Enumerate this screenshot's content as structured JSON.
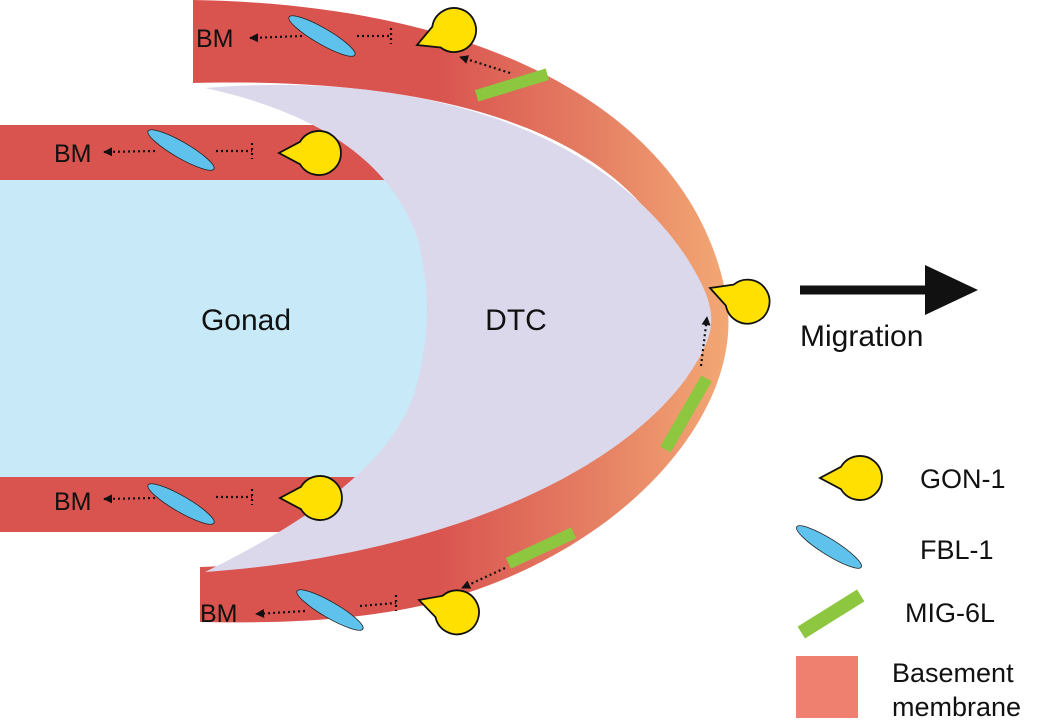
{
  "labels": {
    "gonad": "Gonad",
    "dtc": "DTC",
    "migration": "Migration",
    "bm_top": "BM",
    "bm_upper": "BM",
    "bm_lower": "BM",
    "bm_bottom": "BM"
  },
  "legend": [
    {
      "label": "GON-1",
      "icon": "pacman-icon"
    },
    {
      "label": "FBL-1",
      "icon": "ellipse-icon"
    },
    {
      "label": "MIG-6L",
      "icon": "bar-icon"
    },
    {
      "label": "Basement membrane",
      "icon": "square-icon"
    }
  ],
  "legend_text": {
    "basement_line1": "Basement",
    "basement_line2": "membrane"
  },
  "colors": {
    "basement_membrane": "#d9534f",
    "basement_membrane_tip": "#f2a071",
    "gonad": "#c8e9f7",
    "dtc": "#dcd8ec",
    "gon1": "#ffe000",
    "fbl1": "#5ec2ec",
    "mig6l": "#8dc63f",
    "legend_square": "#ef7f6e",
    "arrow": "#111111"
  }
}
